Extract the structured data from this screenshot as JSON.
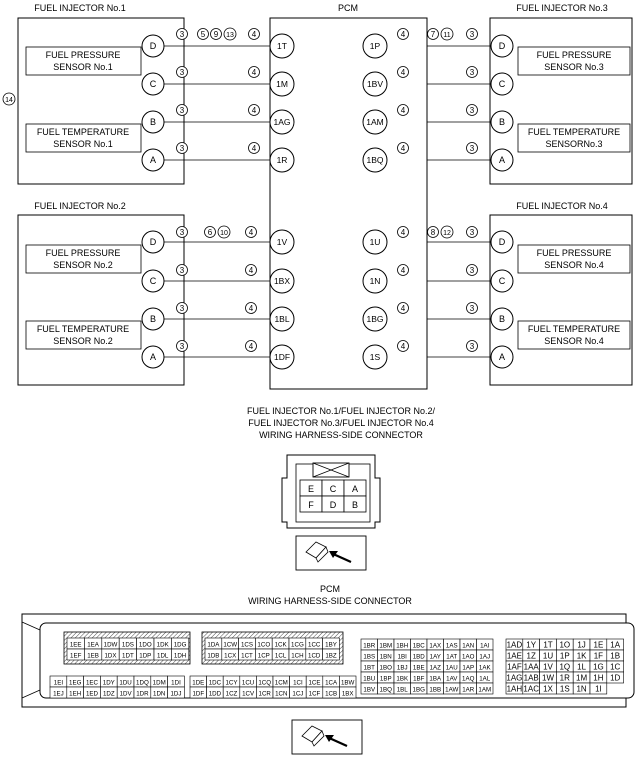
{
  "pcm_label": "PCM",
  "marker_14": "14",
  "left_pin_labels": [
    "D",
    "C",
    "B",
    "A"
  ],
  "right_pin_labels": [
    "D",
    "C",
    "B",
    "A"
  ],
  "wire_num": {
    "inj": "3",
    "pcm": "4"
  },
  "injectors": [
    {
      "title": "FUEL INJECTOR No.1",
      "pressure": [
        "FUEL PRESSURE",
        "SENSOR No.1"
      ],
      "temperature": [
        "FUEL TEMPERATURE",
        "SENSOR No.1"
      ],
      "pcm_pins": [
        "1T",
        "1M",
        "1AG",
        "1R"
      ],
      "marks": [
        "5",
        "9",
        "13"
      ]
    },
    {
      "title": "FUEL INJECTOR No.2",
      "pressure": [
        "FUEL PRESSURE",
        "SENSOR No.2"
      ],
      "temperature": [
        "FUEL TEMPERATURE",
        "SENSOR No.2"
      ],
      "pcm_pins": [
        "1V",
        "1BX",
        "1BL",
        "1DF"
      ],
      "marks": [
        "6",
        "10"
      ]
    },
    {
      "title": "FUEL INJECTOR No.3",
      "pressure": [
        "FUEL PRESSURE",
        "SENSOR No.3"
      ],
      "temperature": [
        "FUEL TEMPERATURE",
        "SENSORNo.3"
      ],
      "pcm_pins": [
        "1P",
        "1BV",
        "1AM",
        "1BQ"
      ],
      "marks": [
        "7",
        "11"
      ]
    },
    {
      "title": "FUEL INJECTOR No.4",
      "pressure": [
        "FUEL PRESSURE",
        "SENSOR No.4"
      ],
      "temperature": [
        "FUEL TEMPERATURE",
        "SENSOR No.4"
      ],
      "pcm_pins": [
        "1U",
        "1N",
        "1BG",
        "1S"
      ],
      "marks": [
        "8",
        "12"
      ]
    }
  ],
  "inj_connector": {
    "title": [
      "FUEL INJECTOR No.1/FUEL INJECTOR No.2/",
      "FUEL INJECTOR No.3/FUEL INJECTOR No.4",
      "WIRING HARNESS-SIDE CONNECTOR"
    ],
    "top_row": [
      "E",
      "C",
      "A"
    ],
    "bottom_row": [
      "F",
      "D",
      "B"
    ]
  },
  "pcm_connector": {
    "title": [
      "PCM",
      "WIRING HARNESS-SIDE CONNECTOR"
    ],
    "block1": [
      [
        "1EE",
        "1EA",
        "1DW",
        "1DS",
        "1DO",
        "1DK",
        "1DG"
      ],
      [
        "1EF",
        "1EB",
        "1DX",
        "1DT",
        "1DP",
        "1DL",
        "1DH"
      ]
    ],
    "block2": [
      [
        "1EI",
        "1EG",
        "1EC",
        "1DY",
        "1DU",
        "1DQ",
        "1DM",
        "1DI"
      ],
      [
        "1EJ",
        "1EH",
        "1ED",
        "1DZ",
        "1DV",
        "1DR",
        "1DN",
        "1DJ"
      ]
    ],
    "block3": [
      [
        "1DA",
        "1CW",
        "1CS",
        "1CO",
        "1CK",
        "1CG",
        "1CC",
        "1BY"
      ],
      [
        "1DB",
        "1CX",
        "1CT",
        "1CP",
        "1CL",
        "1CH",
        "1CD",
        "1BZ"
      ]
    ],
    "block4": [
      [
        "1DE",
        "1DC",
        "1CY",
        "1CU",
        "1CQ",
        "1CM",
        "1CI",
        "1CE",
        "1CA",
        "1BW"
      ],
      [
        "1DF",
        "1DD",
        "1CZ",
        "1CV",
        "1CR",
        "1CN",
        "1CJ",
        "1CF",
        "1CB",
        "1BX"
      ]
    ],
    "block5": [
      [
        "1BR",
        "1BM",
        "1BH",
        "1BC",
        "1AX",
        "1AS",
        "1AN",
        "1AI"
      ],
      [
        "1BS",
        "1BN",
        "1BI",
        "1BD",
        "1AY",
        "1AT",
        "1AO",
        "1AJ"
      ],
      [
        "1BT",
        "1BO",
        "1BJ",
        "1BE",
        "1AZ",
        "1AU",
        "1AP",
        "1AK"
      ],
      [
        "1BU",
        "1BP",
        "1BK",
        "1BF",
        "1BA",
        "1AV",
        "1AQ",
        "1AL"
      ],
      [
        "1BV",
        "1BQ",
        "1BL",
        "1BG",
        "1BB",
        "1AW",
        "1AR",
        "1AM"
      ]
    ],
    "block6": [
      [
        "1AD",
        "1Y",
        "1T",
        "1O",
        "1J",
        "1E",
        "1A"
      ],
      [
        "1AE",
        "1Z",
        "1U",
        "1P",
        "1K",
        "1F",
        "1B"
      ],
      [
        "1AF",
        "1AA",
        "1V",
        "1Q",
        "1L",
        "1G",
        "1C"
      ],
      [
        "1AG",
        "1AB",
        "1W",
        "1R",
        "1M",
        "1H",
        "1D"
      ],
      [
        "1AH",
        "1AC",
        "1X",
        "1S",
        "1N",
        "1I",
        ""
      ]
    ]
  }
}
